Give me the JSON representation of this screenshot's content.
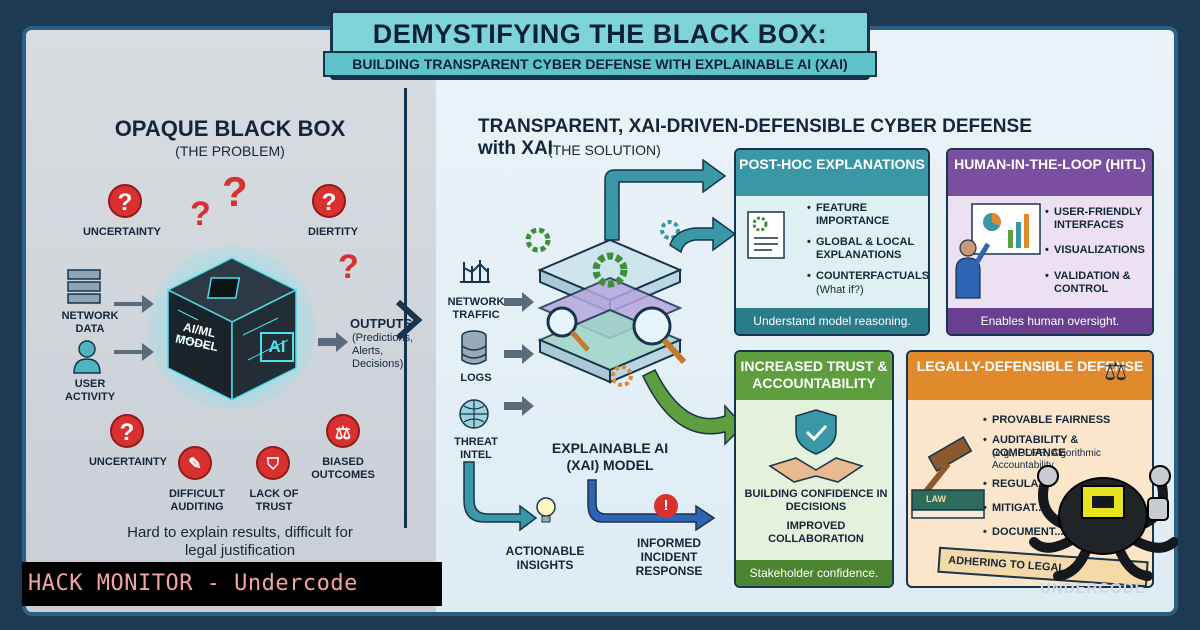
{
  "title": {
    "main": "DEMYSTIFYING THE BLACK BOX:",
    "sub": "BUILDING TRANSPARENT CYBER DEFENSE WITH EXPLAINABLE AI (XAI)"
  },
  "left": {
    "heading": "OPAQUE BLACK BOX",
    "subheading": "(THE PROBLEM)",
    "labels": {
      "uncertainty_top": "UNCERTAINTY",
      "dierity": "DIERTITY",
      "network_data": "NETWORK DATA",
      "user_activity": "USER ACTIVITY",
      "model": "AI/ML MODEL",
      "ai_badge": "AI",
      "outputs": "OUTPUTS",
      "outputs_detail": "(Predictions, Alerts, Decisions)",
      "uncertainty_bottom": "UNCERTAINTY",
      "difficult_auditing": "DIFFICULT AUDITING",
      "lack_of_trust": "LACK OF TRUST",
      "biased_outcomes": "BIASED OUTCOMES"
    },
    "caption": "Hard to explain results, difficult for legal justification"
  },
  "right": {
    "heading": "TRANSPARENT, XAI-DRIVEN-DEFENSIBLE CYBER DEFENSE with XAI",
    "subheading": "(THE SOLUTION)",
    "inputs": {
      "network_traffic": "NETWORK TRAFFIC",
      "logs": "LOGS",
      "threat_intel": "THREAT INTEL"
    },
    "model_label": "EXPLAINABLE AI (XAI) MODEL",
    "actionable": "ACTIONABLE INSIGHTS",
    "incident": "INFORMED INCIDENT RESPONSE",
    "cards": {
      "posthoc": {
        "title": "POST-HOC EXPLANATIONS",
        "bullets": [
          "FEATURE IMPORTANCE",
          "GLOBAL & LOCAL EXPLANATIONS",
          "COUNTERFACTUALS"
        ],
        "note": "(What if?)",
        "footer": "Understand model reasoning."
      },
      "hitl": {
        "title": "HUMAN-IN-THE-LOOP (HITL)",
        "bullets": [
          "USER-FRIENDLY INTERFACES",
          "VISUALIZATIONS",
          "VALIDATION & CONTROL"
        ],
        "footer": "Enables human oversight."
      },
      "trust": {
        "title": "INCREASED TRUST & ACCOUNTABILITY",
        "line1": "BUILDING CONFIDENCE IN DECISIONS",
        "line2": "IMPROVED COLLABORATION",
        "footer": "Stakeholder confidence."
      },
      "legal": {
        "title": "LEGALLY-DEFENSIBLE DEFENSE",
        "bullets": [
          "PROVABLE FAIRNESS",
          "AUDITABILITY & COMPLIANCE",
          "REGULAT...",
          "MITIGAT...",
          "DOCUMENT..."
        ],
        "compliance_note": "(e.g., GDPR, Algorithmic Accountability",
        "banner": "ADHERING TO LEGAL...",
        "book_label": "LAW"
      }
    }
  },
  "watermark": "HACK MONITOR - Undercode",
  "brand": "UNDERCODE",
  "colors": {
    "teal": "#3a97a6",
    "purple": "#7a4fa0",
    "green": "#5e9e3e",
    "orange": "#e08a2c",
    "red": "#d8312f",
    "navy": "#17344d"
  }
}
